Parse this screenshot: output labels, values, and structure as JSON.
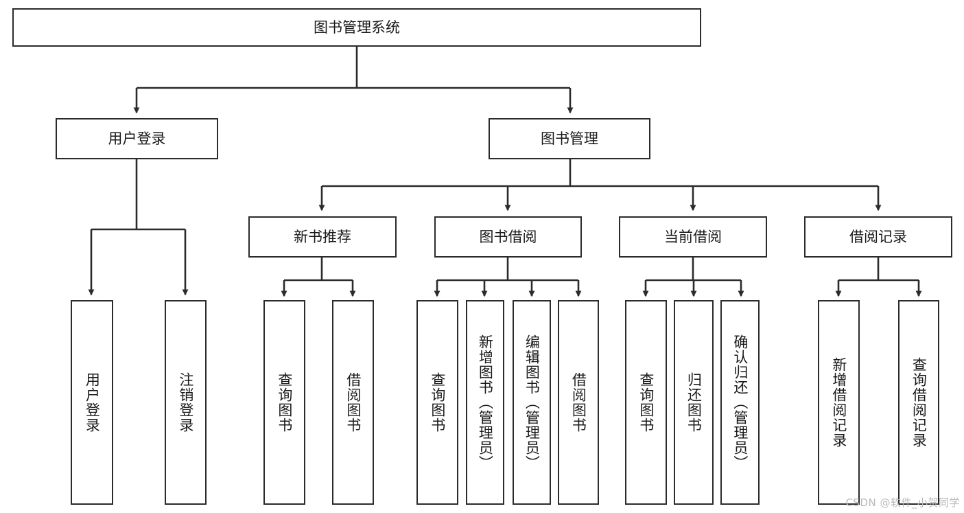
{
  "diagram": {
    "title": "图书管理系统",
    "type": "tree-hierarchy",
    "watermark": "CSDN @软件_小贺同学",
    "colors": {
      "stroke": "#2b2b2b",
      "fill": "#ffffff",
      "text": "#1a1a1a",
      "watermark": "#b9b9b9"
    },
    "nodes": {
      "root": {
        "label": "图书管理系统"
      },
      "level1": [
        {
          "id": "user-login",
          "label": "用户登录"
        },
        {
          "id": "book-manage",
          "label": "图书管理"
        }
      ],
      "level2": [
        {
          "id": "new-book-recommend",
          "label": "新书推荐"
        },
        {
          "id": "book-borrow",
          "label": "图书借阅"
        },
        {
          "id": "current-borrow",
          "label": "当前借阅"
        },
        {
          "id": "borrow-record",
          "label": "借阅记录"
        }
      ],
      "leaves": {
        "user-login": [
          {
            "id": "leaf-user-login",
            "label": "用户登录"
          },
          {
            "id": "leaf-logout",
            "label": "注销登录"
          }
        ],
        "new-book-recommend": [
          {
            "id": "leaf-query-book-1",
            "label": "查询图书"
          },
          {
            "id": "leaf-borrow-book-1",
            "label": "借阅图书"
          }
        ],
        "book-borrow": [
          {
            "id": "leaf-query-book-2",
            "label": "查询图书"
          },
          {
            "id": "leaf-add-book",
            "label": "新增图书（管理员）"
          },
          {
            "id": "leaf-edit-book",
            "label": "编辑图书（管理员）"
          },
          {
            "id": "leaf-borrow-book-2",
            "label": "借阅图书"
          }
        ],
        "current-borrow": [
          {
            "id": "leaf-query-book-3",
            "label": "查询图书"
          },
          {
            "id": "leaf-return-book",
            "label": "归还图书"
          },
          {
            "id": "leaf-confirm-return",
            "label": "确认归还（管理员）"
          }
        ],
        "borrow-record": [
          {
            "id": "leaf-add-record",
            "label": "新增借阅记录"
          },
          {
            "id": "leaf-query-record",
            "label": "查询借阅记录"
          }
        ]
      }
    }
  }
}
